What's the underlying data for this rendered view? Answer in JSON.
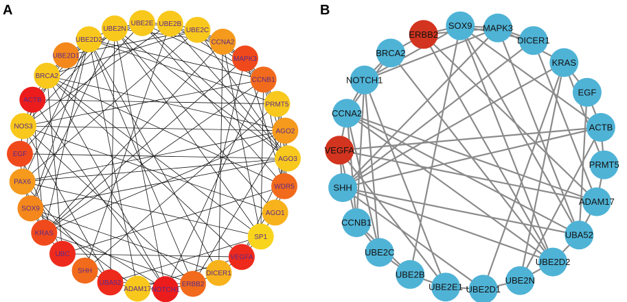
{
  "panels": [
    {
      "letter": "A",
      "nodes": [
        {
          "label": "UBE2E",
          "color": "#f8c81c"
        },
        {
          "label": "UBE2B",
          "color": "#f8c81c"
        },
        {
          "label": "UBE2C",
          "color": "#f8c81c"
        },
        {
          "label": "CCNA2",
          "color": "#f59a1c"
        },
        {
          "label": "MAPK3",
          "color": "#f04a1c"
        },
        {
          "label": "CCNB1",
          "color": "#f26a1c"
        },
        {
          "label": "PRMT5",
          "color": "#f8c81c"
        },
        {
          "label": "AGO2",
          "color": "#f59a1c"
        },
        {
          "label": "AGO3",
          "color": "#f8c81c"
        },
        {
          "label": "WDR5",
          "color": "#f26a1c"
        },
        {
          "label": "AGO1",
          "color": "#f8b21c"
        },
        {
          "label": "SP1",
          "color": "#f8d41c"
        },
        {
          "label": "VEGFA",
          "color": "#ee2a1c"
        },
        {
          "label": "DICER1",
          "color": "#f8b21c"
        },
        {
          "label": "ERBB2",
          "color": "#f26a1c"
        },
        {
          "label": "NOTCH1",
          "color": "#ec1c1c"
        },
        {
          "label": "ADAM17",
          "color": "#f8c81c"
        },
        {
          "label": "UBA52",
          "color": "#ee2a1c"
        },
        {
          "label": "SHH",
          "color": "#f26a1c"
        },
        {
          "label": "UBC",
          "color": "#ee2a1c"
        },
        {
          "label": "KRAS",
          "color": "#f04a1c"
        },
        {
          "label": "SOX9",
          "color": "#f5881c"
        },
        {
          "label": "PAX6",
          "color": "#f59a1c"
        },
        {
          "label": "EGF",
          "color": "#f04a1c"
        },
        {
          "label": "NOS3",
          "color": "#f8c81c"
        },
        {
          "label": "ACTB",
          "color": "#ec1c1c"
        },
        {
          "label": "BRCA2",
          "color": "#f8c81c"
        },
        {
          "label": "UBE2D1",
          "color": "#f5881c"
        },
        {
          "label": "UBE2D2",
          "color": "#f8c81c"
        },
        {
          "label": "UBE2N",
          "color": "#f8c81c"
        }
      ]
    },
    {
      "letter": "B",
      "nodes": [
        {
          "label": "SOX9",
          "color": "#4fb3d6"
        },
        {
          "label": "MAPK3",
          "color": "#4fb3d6"
        },
        {
          "label": "DICER1",
          "color": "#4fb3d6"
        },
        {
          "label": "KRAS",
          "color": "#4fb3d6"
        },
        {
          "label": "EGF",
          "color": "#4fb3d6"
        },
        {
          "label": "ACTB",
          "color": "#4fb3d6"
        },
        {
          "label": "PRMT5",
          "color": "#4fb3d6"
        },
        {
          "label": "ADAM17",
          "color": "#4fb3d6"
        },
        {
          "label": "UBA52",
          "color": "#4fb3d6"
        },
        {
          "label": "UBE2D2",
          "color": "#4fb3d6"
        },
        {
          "label": "UBE2N",
          "color": "#4fb3d6"
        },
        {
          "label": "UBE2D1",
          "color": "#4fb3d6"
        },
        {
          "label": "UBE2E1",
          "color": "#4fb3d6"
        },
        {
          "label": "UBE2B",
          "color": "#4fb3d6"
        },
        {
          "label": "UBE2C",
          "color": "#4fb3d6"
        },
        {
          "label": "CCNB1",
          "color": "#4fb3d6"
        },
        {
          "label": "SHH",
          "color": "#4fb3d6"
        },
        {
          "label": "VEGFA",
          "color": "#d2341f"
        },
        {
          "label": "CCNA2",
          "color": "#4fb3d6"
        },
        {
          "label": "NOTCH1",
          "color": "#4fb3d6"
        },
        {
          "label": "BRCA2",
          "color": "#4fb3d6"
        },
        {
          "label": "ERBB2",
          "color": "#d2341f"
        }
      ]
    }
  ]
}
